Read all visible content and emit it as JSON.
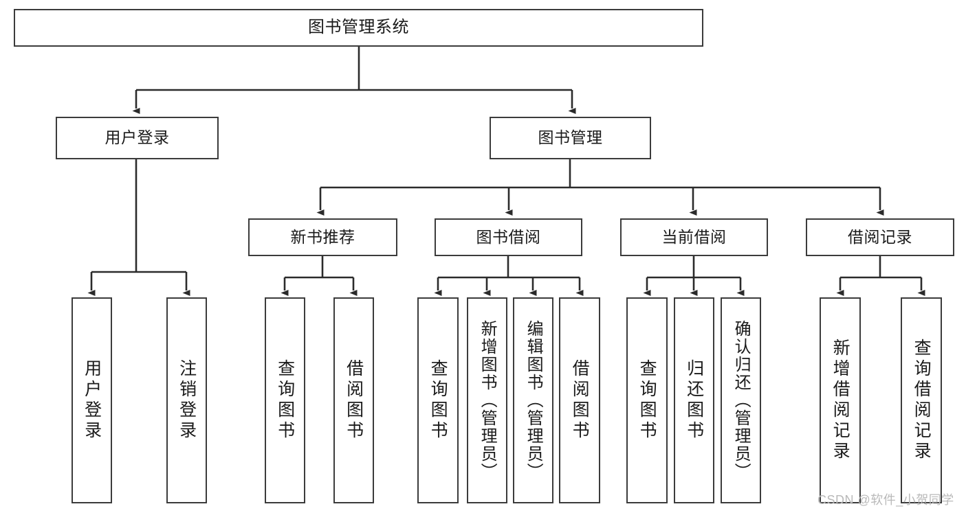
{
  "diagram": {
    "title": "图书管理系统",
    "type": "tree-hierarchy-diagram",
    "watermark": "CSDN @软件_小贺同学",
    "colors": {
      "box_border": "#3b3b3b",
      "box_fill": "#ffffff",
      "connector": "#2b2b2b",
      "text": "#1a1a1a",
      "watermark": "#b9b9b9"
    },
    "root": {
      "label": "图书管理系统"
    },
    "level2": [
      {
        "label": "用户登录"
      },
      {
        "label": "图书管理"
      }
    ],
    "level3": [
      {
        "label": "新书推荐"
      },
      {
        "label": "图书借阅"
      },
      {
        "label": "当前借阅"
      },
      {
        "label": "借阅记录"
      }
    ],
    "leaves": {
      "user_login": [
        {
          "label": "用户登录"
        },
        {
          "label": "注销登录"
        }
      ],
      "new_book_recommend": [
        {
          "label": "查询图书"
        },
        {
          "label": "借阅图书"
        }
      ],
      "book_borrow": [
        {
          "label": "查询图书"
        },
        {
          "label": "新增图书（管理员）"
        },
        {
          "label": "编辑图书（管理员）"
        },
        {
          "label": "借阅图书"
        }
      ],
      "current_borrow": [
        {
          "label": "查询图书"
        },
        {
          "label": "归还图书"
        },
        {
          "label": "确认归还（管理员）"
        }
      ],
      "borrow_records": [
        {
          "label": "新增借阅记录"
        },
        {
          "label": "查询借阅记录"
        }
      ]
    }
  }
}
